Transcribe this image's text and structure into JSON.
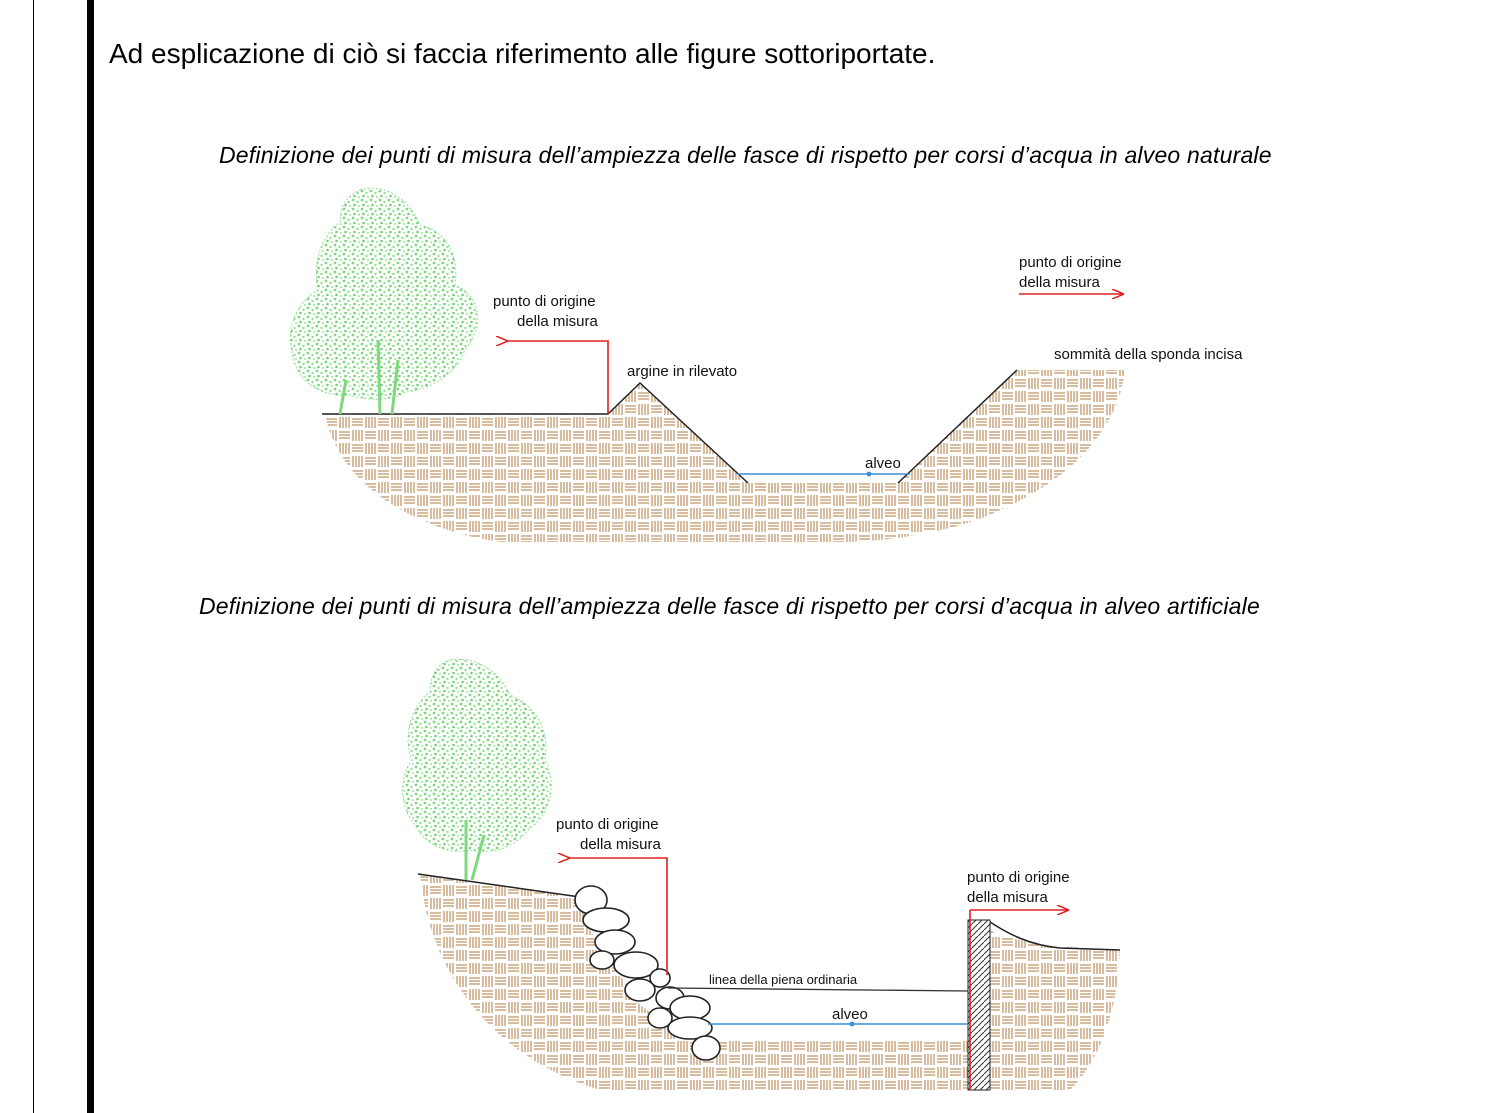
{
  "document": {
    "intro_text": "Ad esplicazione di ciò si faccia riferimento alle figure sottoriportate.",
    "colors": {
      "soil": "#c3996c",
      "tree": "#7fd87f",
      "water": "#3a8fd6",
      "arrow": "#e02020"
    }
  },
  "figure_natural": {
    "caption": "Definizione dei punti di misura dell’ampiezza delle fasce di rispetto per corsi d’acqua in alveo naturale",
    "label_origin_left_1": "punto di origine",
    "label_origin_left_2": "della misura",
    "label_embankment": "argine in rilevato",
    "label_origin_right_1": "punto di origine",
    "label_origin_right_2": "della misura",
    "label_bank_top": "sommità della sponda incisa",
    "label_riverbed": "alveo"
  },
  "figure_artificial": {
    "caption": "Definizione dei punti di misura dell’ampiezza delle fasce di rispetto per corsi d’acqua in alveo artificiale",
    "label_origin_left_1": "punto di origine",
    "label_origin_left_2": "della misura",
    "label_origin_right_1": "punto di origine",
    "label_origin_right_2": "della misura",
    "label_flood_line": "linea della piena ordinaria",
    "label_riverbed": "alveo"
  }
}
